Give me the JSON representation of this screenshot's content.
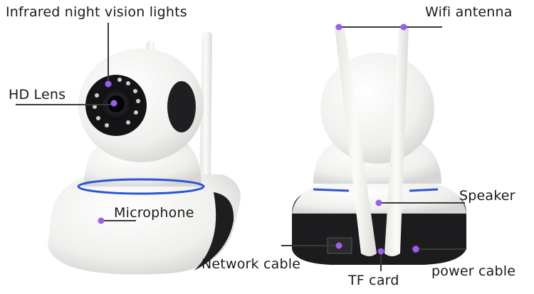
{
  "accent_colors": {
    "callout_dot": "#a05cf0",
    "callout_line": "#3a3a3a",
    "led_ring": "#2b55d8",
    "body_white": "#f2f2f0",
    "body_black": "#1c1c1e"
  },
  "front_view": {
    "callouts": [
      {
        "label": "Infrared night vision lights"
      },
      {
        "label": "HD Lens"
      },
      {
        "label": "Microphone"
      }
    ]
  },
  "back_view": {
    "callouts": [
      {
        "label": "Wifi antenna"
      },
      {
        "label": "Speaker"
      },
      {
        "label": "Network cable"
      },
      {
        "label": "TF card"
      },
      {
        "label": "power cable"
      }
    ]
  }
}
